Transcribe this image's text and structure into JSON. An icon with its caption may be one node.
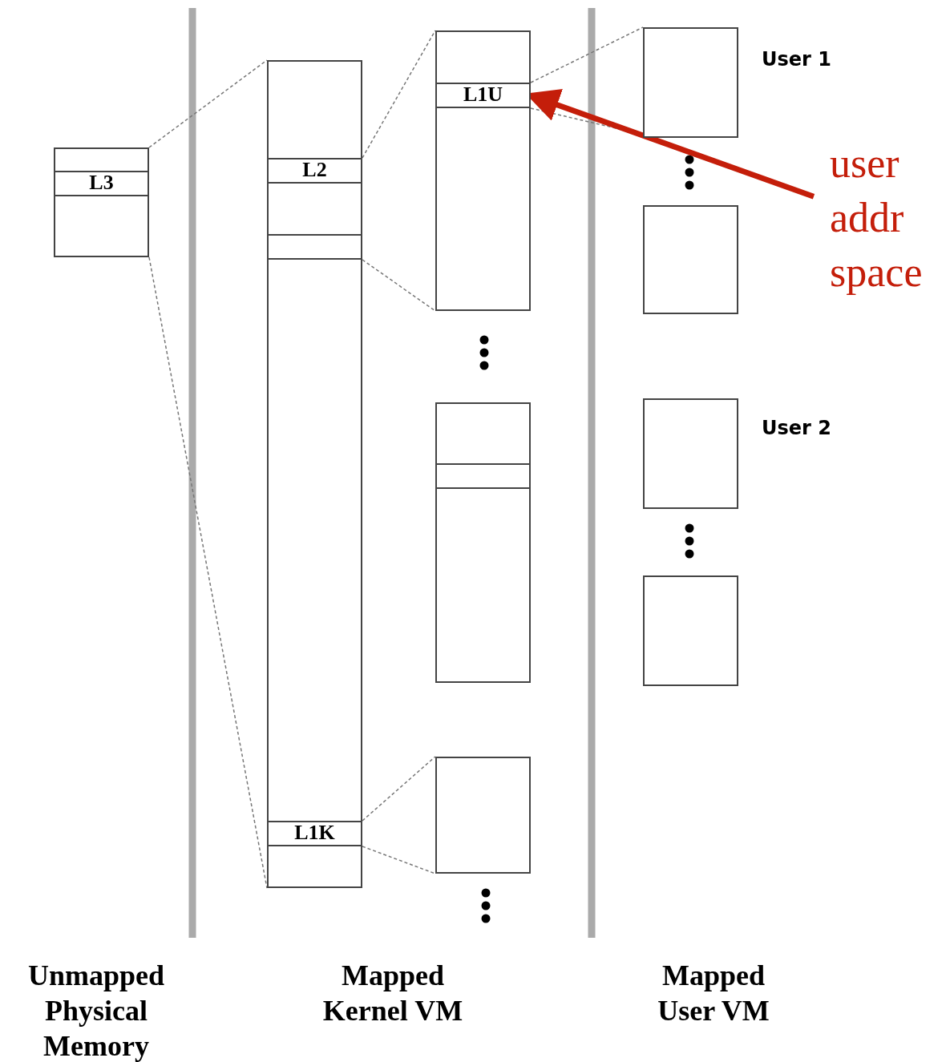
{
  "diagram": {
    "nodes": [
      {
        "text": [],
        "shape": "box"
      },
      {
        "text": [
          "L3"
        ],
        "in": 0
      },
      {
        "text": [],
        "shape": "box"
      },
      {
        "text": [
          "L2"
        ],
        "in": 2
      },
      {
        "text": [],
        "shape": "box",
        "in": 2
      },
      {
        "text": [
          "L1K"
        ],
        "in": 2
      },
      {
        "text": [],
        "shape": "box"
      },
      {
        "text": [
          "L1U"
        ],
        "in": 6
      },
      {
        "text": [],
        "shape": "box"
      },
      {
        "text": [],
        "shape": "box",
        "in": 8
      },
      {
        "text": [],
        "shape": "box"
      },
      {
        "text": [],
        "shape": "box",
        "beside": [
          "User 1"
        ]
      },
      {
        "text": [],
        "shape": "box"
      },
      {
        "text": [],
        "shape": "box",
        "beside": [
          "User 2"
        ]
      },
      {
        "text": [],
        "shape": "box"
      },
      {
        "text": [
          "user addr space"
        ]
      }
    ],
    "edges": [
      {
        "from": 0,
        "to": 2,
        "arrow": "none",
        "style": "dashed"
      },
      {
        "from": 0,
        "to": 2,
        "arrow": "none",
        "style": "dashed"
      },
      {
        "from": 3,
        "to": 6,
        "arrow": "none",
        "style": "dashed"
      },
      {
        "from": 4,
        "to": 6,
        "arrow": "none",
        "style": "dashed"
      },
      {
        "from": 5,
        "to": 10,
        "arrow": "none",
        "style": "dashed"
      },
      {
        "from": 5,
        "to": 10,
        "arrow": "none",
        "style": "dashed"
      },
      {
        "from": 7,
        "to": 11,
        "arrow": "none",
        "style": "dashed"
      },
      {
        "from": 7,
        "to": 11,
        "arrow": "none",
        "style": "dashed"
      },
      {
        "from": 15,
        "to": 7,
        "arrow": "to",
        "style": "thick",
        "color": "#c41e0a"
      }
    ],
    "labels": [
      "Unmapped Physical Memory",
      "Mapped Kernel VM",
      "Mapped User VM"
    ]
  }
}
